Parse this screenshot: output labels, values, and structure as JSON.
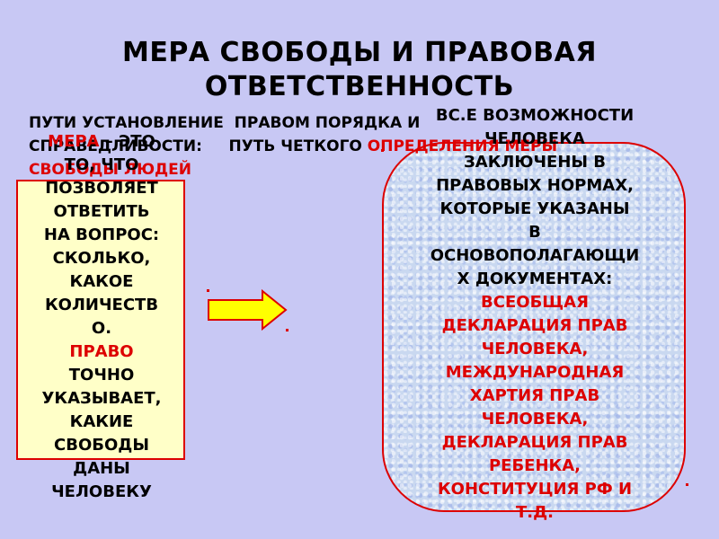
{
  "title": {
    "line1": "МЕРА СВОБОДЫ И ПРАВОВАЯ",
    "line2": "ОТВЕТСТВЕННОСТЬ"
  },
  "overlap": {
    "line1": "ПУТИ УСТАНОВЛЕНИЕ  ПРАВОМ ПОРЯДКА И",
    "line2_black": "СПРАВЕДЛИВОСТИ:     ПУТЬ ЧЕТКОГО ",
    "line2_red": "ОПРЕДЕЛЕНИЯ МЕРЫ",
    "line3_red": "СВОБОДЫ ЛЮДЕЙ"
  },
  "left": {
    "mera": "МЕРА",
    "eto": " – ЭТО",
    "body": [
      "ТО, ЧТО",
      "ПОЗВОЛЯЕТ",
      "ОТВЕТИТЬ",
      "НА ВОПРОС:",
      "СКОЛЬКО,",
      "КАКОЕ",
      "КОЛИЧЕСТВ",
      "О."
    ],
    "pravo": "ПРАВО",
    "tail": [
      "ТОЧНО",
      "УКАЗЫВАЕТ,",
      "КАКИЕ",
      "СВОБОДЫ",
      "ДАНЫ",
      "ЧЕЛОВЕКУ"
    ]
  },
  "right": {
    "black": [
      "ВС.Е ВОЗМОЖНОСТИ",
      "ЧЕЛОВЕКА",
      "ЗАКЛЮЧЕНЫ В",
      "ПРАВОВЫХ НОРМАХ,",
      "КОТОРЫЕ  УКАЗАНЫ",
      "В",
      "ОСНОВОПОЛАГАЮЩИ",
      "Х ДОКУМЕНТАХ:"
    ],
    "red": [
      "ВСЕОБЩАЯ",
      "ДЕКЛАРАЦИЯ ПРАВ",
      "ЧЕЛОВЕКА,",
      "МЕЖДУНАРОДНАЯ",
      "ХАРТИЯ ПРАВ",
      "ЧЕЛОВЕКА,",
      "ДЕКЛАРАЦИЯ ПРАВ",
      "РЕБЕНКА,",
      "КОНСТИТУЦИЯ  РФ И",
      "Т.Д."
    ]
  },
  "colors": {
    "background": "#c8c8f4",
    "accent_red": "#dd0000",
    "left_box": "#ffffc8",
    "arrow_fill": "#ffff00"
  }
}
